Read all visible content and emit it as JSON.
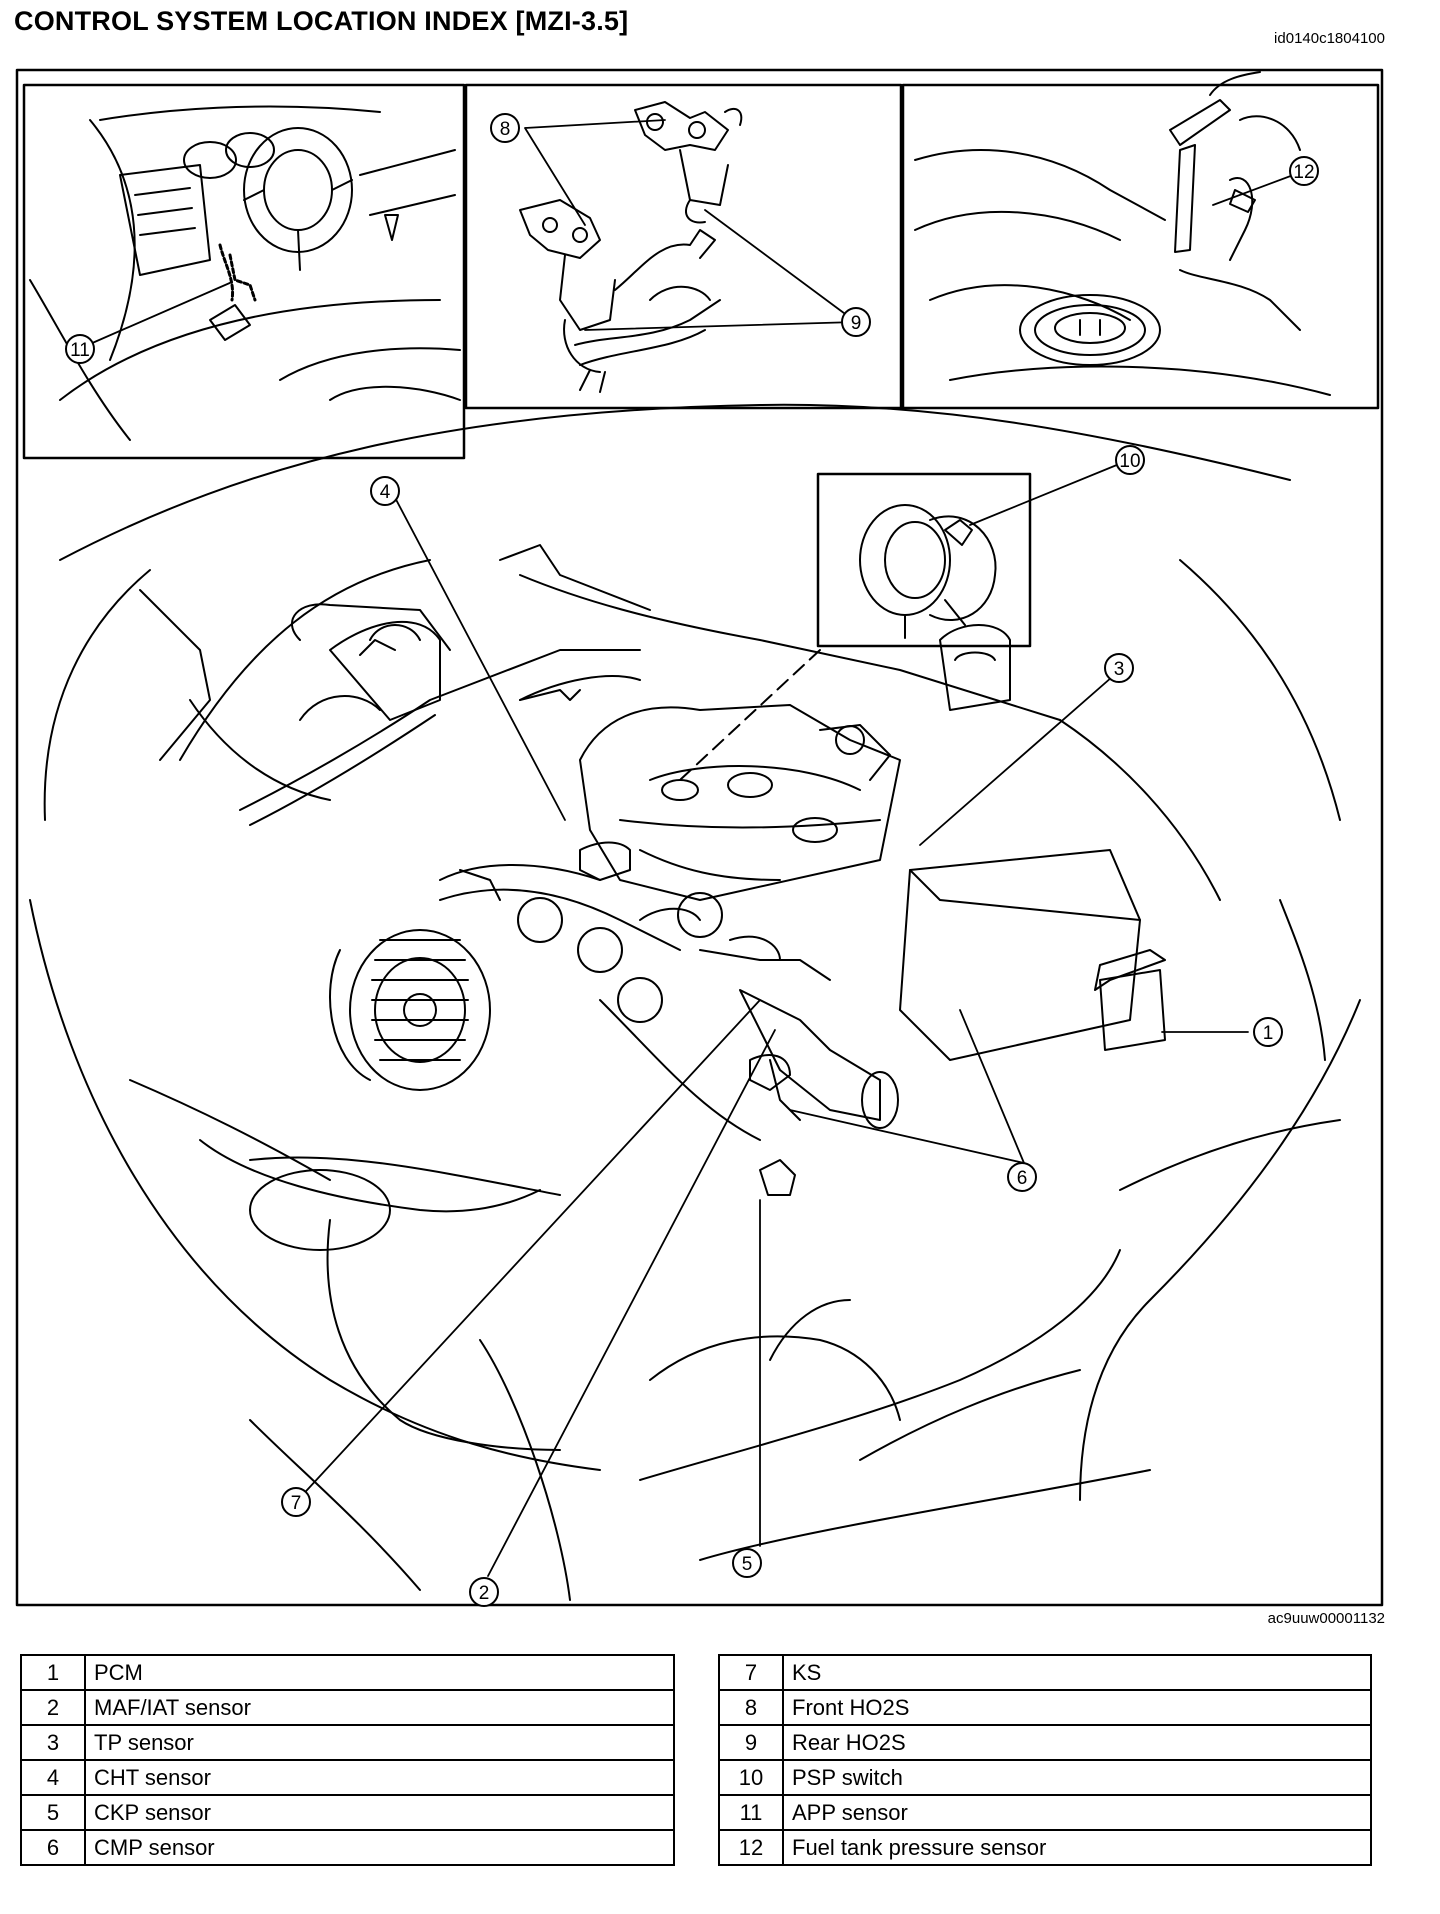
{
  "header": {
    "title": "CONTROL SYSTEM LOCATION INDEX [MZI-3.5]",
    "doc_id": "id0140c1804100"
  },
  "figure": {
    "figure_id": "ac9uuw00001132",
    "callouts": [
      "1",
      "2",
      "3",
      "4",
      "5",
      "6",
      "7",
      "8",
      "9",
      "10",
      "11",
      "12"
    ]
  },
  "legend": {
    "left": [
      {
        "num": "1",
        "label": "PCM"
      },
      {
        "num": "2",
        "label": "MAF/IAT sensor"
      },
      {
        "num": "3",
        "label": "TP sensor"
      },
      {
        "num": "4",
        "label": "CHT sensor"
      },
      {
        "num": "5",
        "label": "CKP sensor"
      },
      {
        "num": "6",
        "label": "CMP sensor"
      }
    ],
    "right": [
      {
        "num": "7",
        "label": "KS"
      },
      {
        "num": "8",
        "label": "Front HO2S"
      },
      {
        "num": "9",
        "label": "Rear HO2S"
      },
      {
        "num": "10",
        "label": "PSP switch"
      },
      {
        "num": "11",
        "label": "APP sensor"
      },
      {
        "num": "12",
        "label": "Fuel tank pressure sensor"
      }
    ]
  }
}
